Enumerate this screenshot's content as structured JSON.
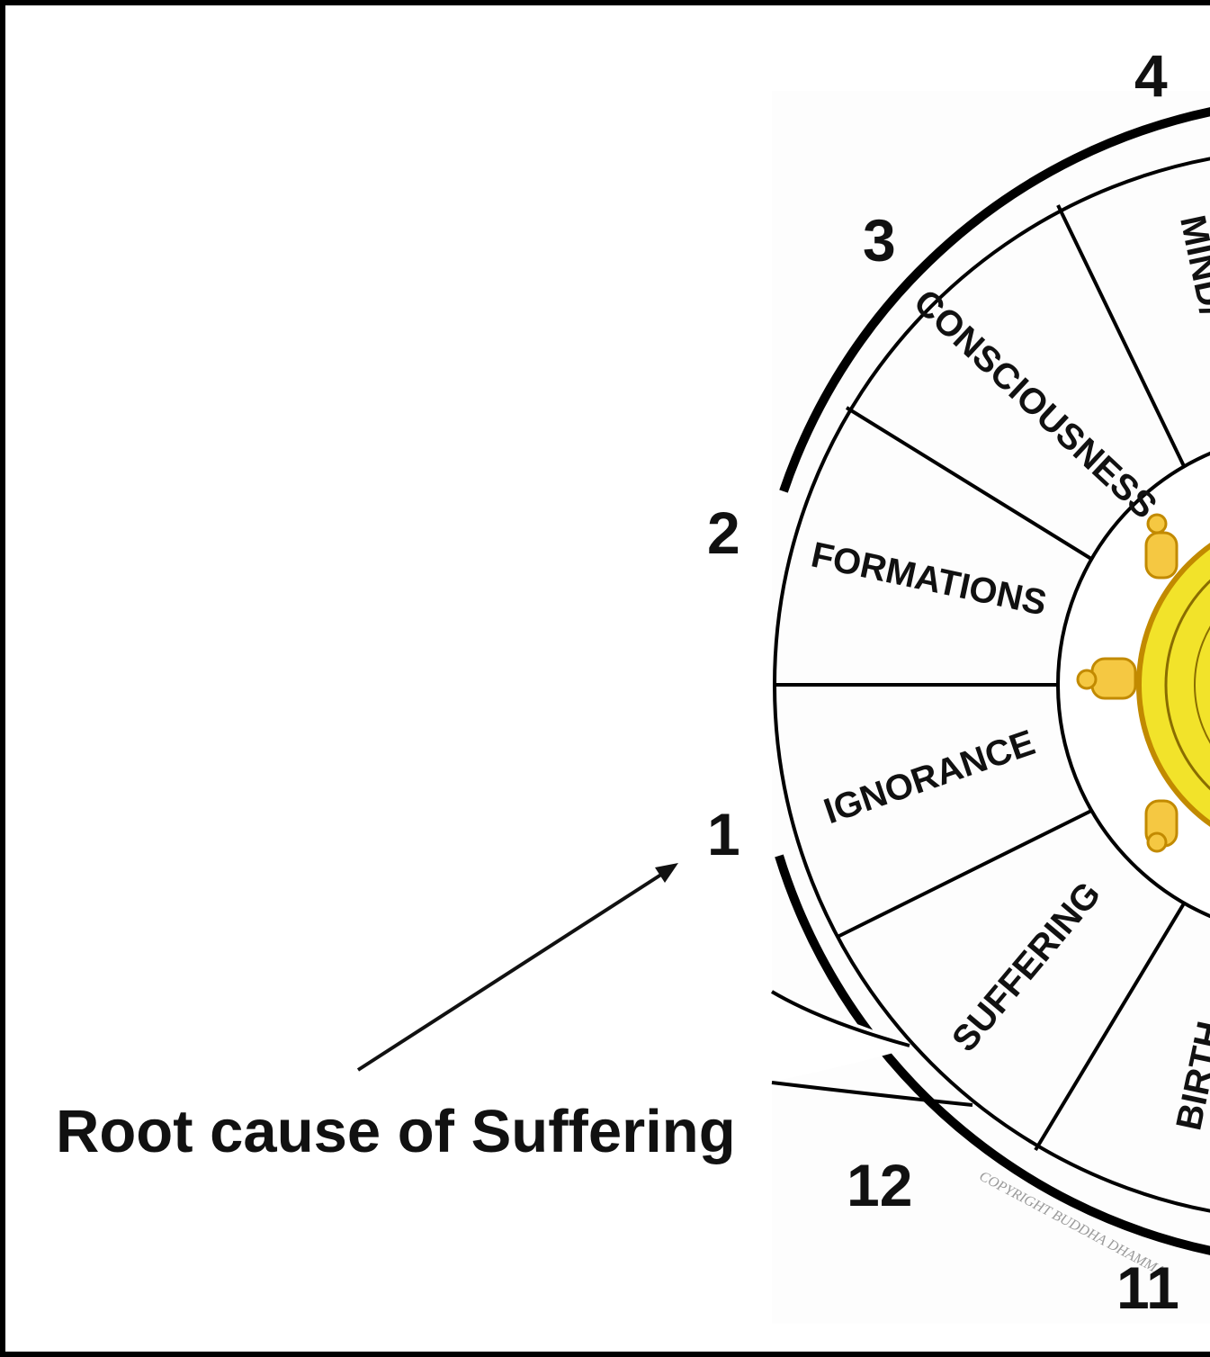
{
  "caption": "Root cause of Suffering",
  "numbers": [
    "1",
    "2",
    "3",
    "4",
    "11",
    "12"
  ],
  "links": [
    "IGNORANCE",
    "FORMATIONS",
    "CONSCIOUSNESS",
    "MIND/",
    "SUFFERING",
    "BIRTH"
  ],
  "copyright": "COPYRIGHT BUDDHA DHAMMA",
  "colors": {
    "hub_yellow": "#f2e32a",
    "knob_yellow": "#f5c842",
    "line": "#000000"
  }
}
